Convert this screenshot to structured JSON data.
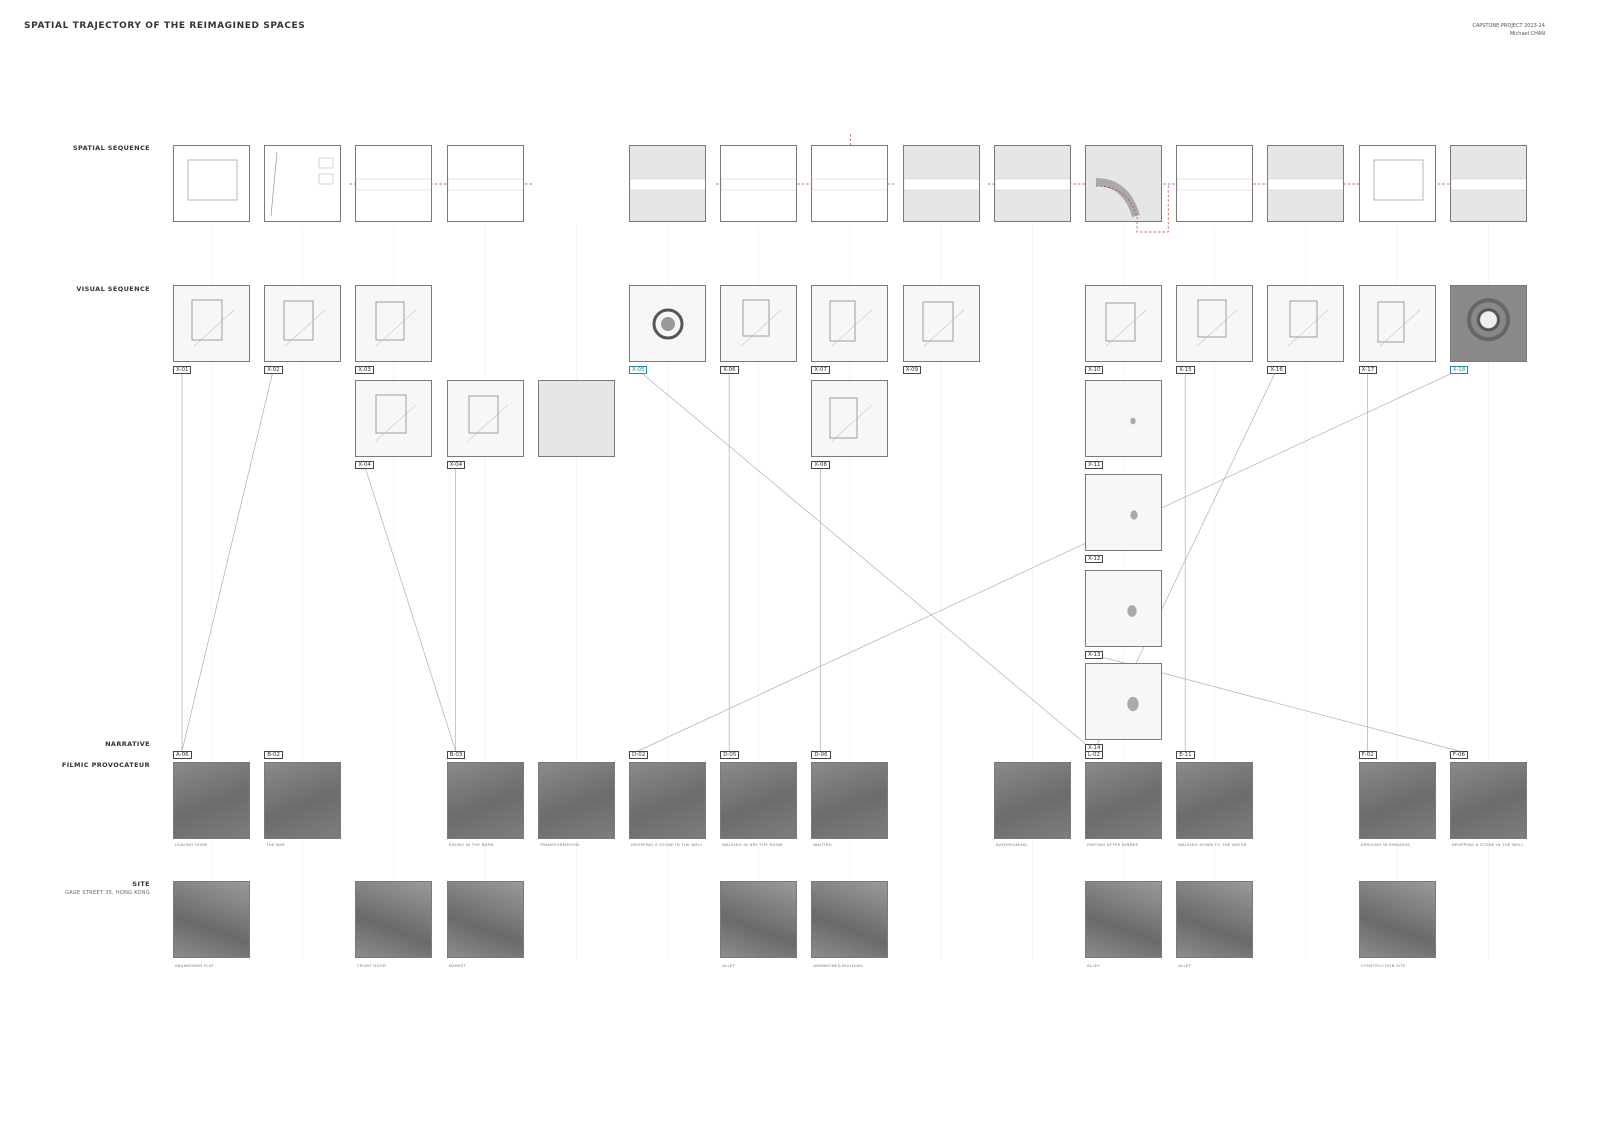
{
  "header": {
    "title": "SPATIAL TRAJECTORY OF THE REIMAGINED SPACES",
    "project": "CAPSTONE PROJECT 2023-24",
    "author": "Michael CHAN"
  },
  "rows": {
    "spatial": "SPATIAL SEQUENCE",
    "visual": "VISUAL SEQUENCE",
    "narrative": "NARRATIVE",
    "filmic": "FILMIC PROVOCATEUR",
    "site": "SITE",
    "site_sub": "GAGE STREET 35, HONG KONG"
  },
  "spatial_sequence": [
    {
      "col": 0,
      "variant": "sp"
    },
    {
      "col": 1,
      "variant": "sp"
    },
    {
      "col": 2,
      "variant": "sp"
    },
    {
      "col": 3,
      "variant": "sp"
    },
    {
      "col": 5,
      "variant": "sp gray"
    },
    {
      "col": 6,
      "variant": "sp"
    },
    {
      "col": 7,
      "variant": "sp"
    },
    {
      "col": 8,
      "variant": "sp gray"
    },
    {
      "col": 9,
      "variant": "sp gray"
    },
    {
      "col": 10,
      "variant": "sp gray"
    },
    {
      "col": 11,
      "variant": "sp"
    },
    {
      "col": 12,
      "variant": "sp gray"
    },
    {
      "col": 13,
      "variant": "sp"
    },
    {
      "col": 14,
      "variant": "sp gray"
    }
  ],
  "visual_sequence": [
    {
      "col": 0,
      "tier": 0,
      "tag": "X-01",
      "variant": "vs"
    },
    {
      "col": 1,
      "tier": 0,
      "tag": "X-02",
      "variant": "vs"
    },
    {
      "col": 2,
      "tier": 0,
      "tag": "X-03",
      "variant": "vs"
    },
    {
      "col": 5,
      "tier": 0,
      "tag": "X-05",
      "variant": "vs",
      "accent": true
    },
    {
      "col": 6,
      "tier": 0,
      "tag": "X-06",
      "variant": "vs"
    },
    {
      "col": 7,
      "tier": 0,
      "tag": "X-07",
      "variant": "vs"
    },
    {
      "col": 8,
      "tier": 0,
      "tag": "X-09",
      "variant": "vs"
    },
    {
      "col": 10,
      "tier": 0,
      "tag": "X-10",
      "variant": "vs"
    },
    {
      "col": 11,
      "tier": 0,
      "tag": "X-15",
      "variant": "vs"
    },
    {
      "col": 12,
      "tier": 0,
      "tag": "X-16",
      "variant": "vs"
    },
    {
      "col": 13,
      "tier": 0,
      "tag": "X-17",
      "variant": "vs"
    },
    {
      "col": 14,
      "tier": 0,
      "tag": "X-18",
      "variant": "vs dark",
      "accent": true
    },
    {
      "col": 2,
      "tier": 1,
      "tag": "X-04",
      "variant": "vs"
    },
    {
      "col": 3,
      "tier": 1,
      "tag": "X-04",
      "variant": "vs"
    },
    {
      "col": 4,
      "tier": 1,
      "tag": "",
      "variant": "vs gray"
    },
    {
      "col": 7,
      "tier": 1,
      "tag": "X-08",
      "variant": "vs"
    },
    {
      "col": 10,
      "tier": 1,
      "tag": "X-11",
      "variant": "vs"
    },
    {
      "col": 10,
      "tier": 2,
      "tag": "X-12",
      "variant": "vs"
    },
    {
      "col": 10,
      "tier": 3,
      "tag": "X-13",
      "variant": "vs"
    },
    {
      "col": 10,
      "tier": 4,
      "tag": "X-14",
      "variant": "vs"
    }
  ],
  "narrative": [
    {
      "col": 0,
      "tag": "A-06"
    },
    {
      "col": 1,
      "tag": "B-02"
    },
    {
      "col": 3,
      "tag": "B-03"
    },
    {
      "col": 5,
      "tag": "D-02"
    },
    {
      "col": 6,
      "tag": "D-05"
    },
    {
      "col": 7,
      "tag": "D-06"
    },
    {
      "col": 10,
      "tag": "L-02"
    },
    {
      "col": 11,
      "tag": "E-11"
    },
    {
      "col": 13,
      "tag": "F-02"
    },
    {
      "col": 14,
      "tag": "F-06"
    }
  ],
  "filmic": [
    {
      "col": 0,
      "caption": "LEAVING HOME"
    },
    {
      "col": 1,
      "caption": "THE BAR"
    },
    {
      "col": 3,
      "caption": "HIDING IN THE BARN"
    },
    {
      "col": 4,
      "caption": "TRANSFORMATION"
    },
    {
      "col": 5,
      "caption": "DROPPING A STONE IN THE WELL"
    },
    {
      "col": 6,
      "caption": "WALKING IN DRY THE RUINS"
    },
    {
      "col": 7,
      "caption": "WAITING"
    },
    {
      "col": 9,
      "caption": "DAYDREAMING"
    },
    {
      "col": 10,
      "caption": "PARTING AFTER DINNER"
    },
    {
      "col": 11,
      "caption": "WALKING DOWN TO THE WATER"
    },
    {
      "col": 13,
      "caption": "ARRIVING IN PARADISE"
    },
    {
      "col": 14,
      "caption": "DROPPING A STONE IN THE WELL"
    }
  ],
  "site": [
    {
      "col": 0,
      "caption": "ABANDONED FLAT"
    },
    {
      "col": 2,
      "caption": "FRONT DOOR"
    },
    {
      "col": 3,
      "caption": "MARKET"
    },
    {
      "col": 6,
      "caption": "ALLEY"
    },
    {
      "col": 7,
      "caption": "ABANDONED BUILDING"
    },
    {
      "col": 10,
      "caption": "ALLEY"
    },
    {
      "col": 11,
      "caption": "ALLEY"
    },
    {
      "col": 13,
      "caption": "CONSTRUCTION SITE"
    }
  ],
  "links": [
    {
      "from": "X-01",
      "to": "A-06"
    },
    {
      "from": "X-02",
      "to": "A-06"
    },
    {
      "from": "X-04a",
      "to": "B-03"
    },
    {
      "from": "X-04b",
      "to": "B-03"
    },
    {
      "from": "X-05",
      "to": "L-02"
    },
    {
      "from": "X-06",
      "to": "D-05"
    },
    {
      "from": "X-08",
      "to": "D-06"
    },
    {
      "from": "X-13",
      "to": "F-06"
    },
    {
      "from": "X-15",
      "to": "E-11"
    },
    {
      "from": "X-16",
      "to": "L-02"
    },
    {
      "from": "X-17",
      "to": "F-02"
    },
    {
      "from": "X-18",
      "to": "D-02"
    }
  ],
  "colors": {
    "accent": "#2a8a9a",
    "path": "#c0392b",
    "line": "#b0b0b0",
    "frame": "#7a7a7a"
  }
}
